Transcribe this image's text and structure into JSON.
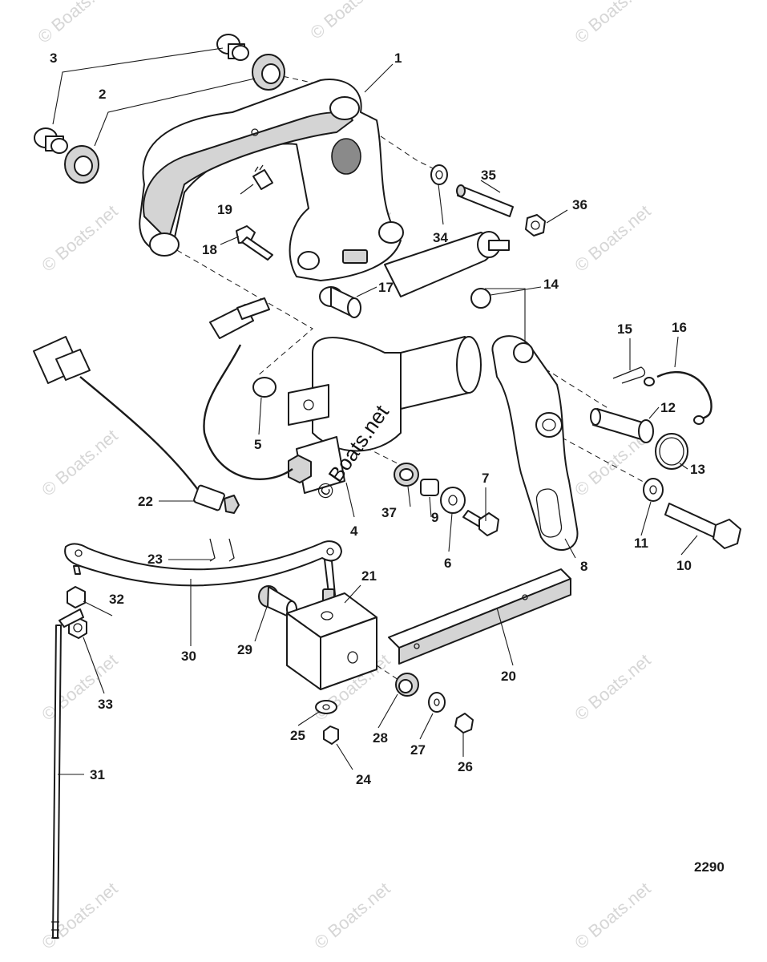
{
  "diagram": {
    "number": "2290",
    "watermark_text": "© Boats.net",
    "callouts": [
      "1",
      "2",
      "3",
      "4",
      "5",
      "6",
      "7",
      "8",
      "9",
      "10",
      "11",
      "12",
      "13",
      "14",
      "15",
      "16",
      "17",
      "18",
      "19",
      "20",
      "21",
      "22",
      "23",
      "24",
      "25",
      "26",
      "27",
      "28",
      "29",
      "30",
      "31",
      "32",
      "33",
      "34",
      "35",
      "36",
      "37"
    ]
  }
}
